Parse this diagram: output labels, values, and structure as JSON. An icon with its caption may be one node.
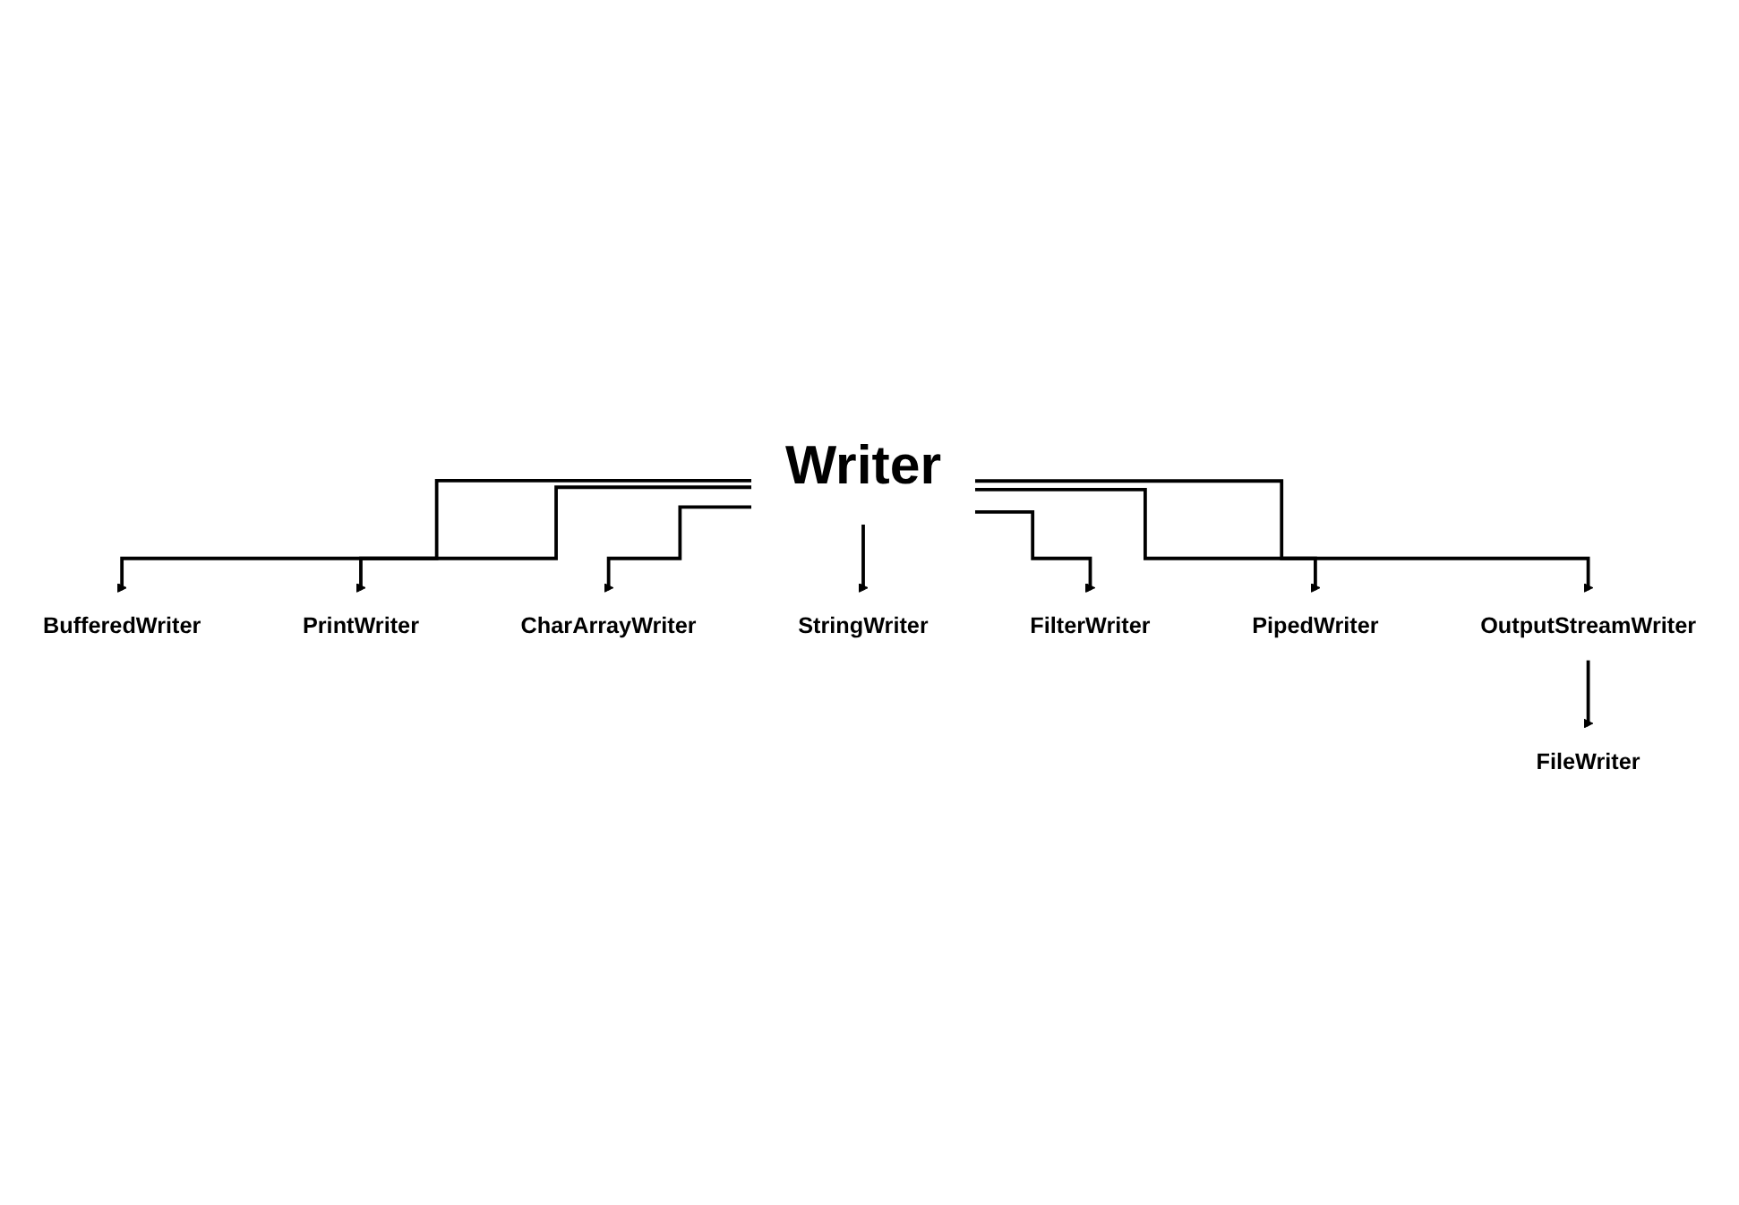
{
  "diagram": {
    "nodes": [
      {
        "text": [
          "Writer"
        ]
      },
      {
        "text": [
          "BufferedWriter"
        ]
      },
      {
        "text": [
          "PrintWriter"
        ]
      },
      {
        "text": [
          "CharArrayWriter"
        ]
      },
      {
        "text": [
          "StringWriter"
        ]
      },
      {
        "text": [
          "FilterWriter"
        ]
      },
      {
        "text": [
          "PipedWriter"
        ]
      },
      {
        "text": [
          "OutputStreamWriter"
        ]
      },
      {
        "text": [
          "FileWriter"
        ]
      }
    ],
    "edges": [
      {
        "from": 0,
        "to": 1,
        "arrow": "to"
      },
      {
        "from": 0,
        "to": 3,
        "arrow": "to"
      },
      {
        "from": 0,
        "to": 5,
        "arrow": "to"
      },
      {
        "from": 0,
        "to": 7,
        "arrow": "to"
      },
      {
        "from": 0,
        "to": 6,
        "arrow": "to"
      },
      {
        "from": 0,
        "to": 4,
        "arrow": "to"
      },
      {
        "from": 0,
        "to": 2,
        "arrow": "to"
      },
      {
        "from": 7,
        "to": 8,
        "arrow": "to"
      }
    ]
  }
}
